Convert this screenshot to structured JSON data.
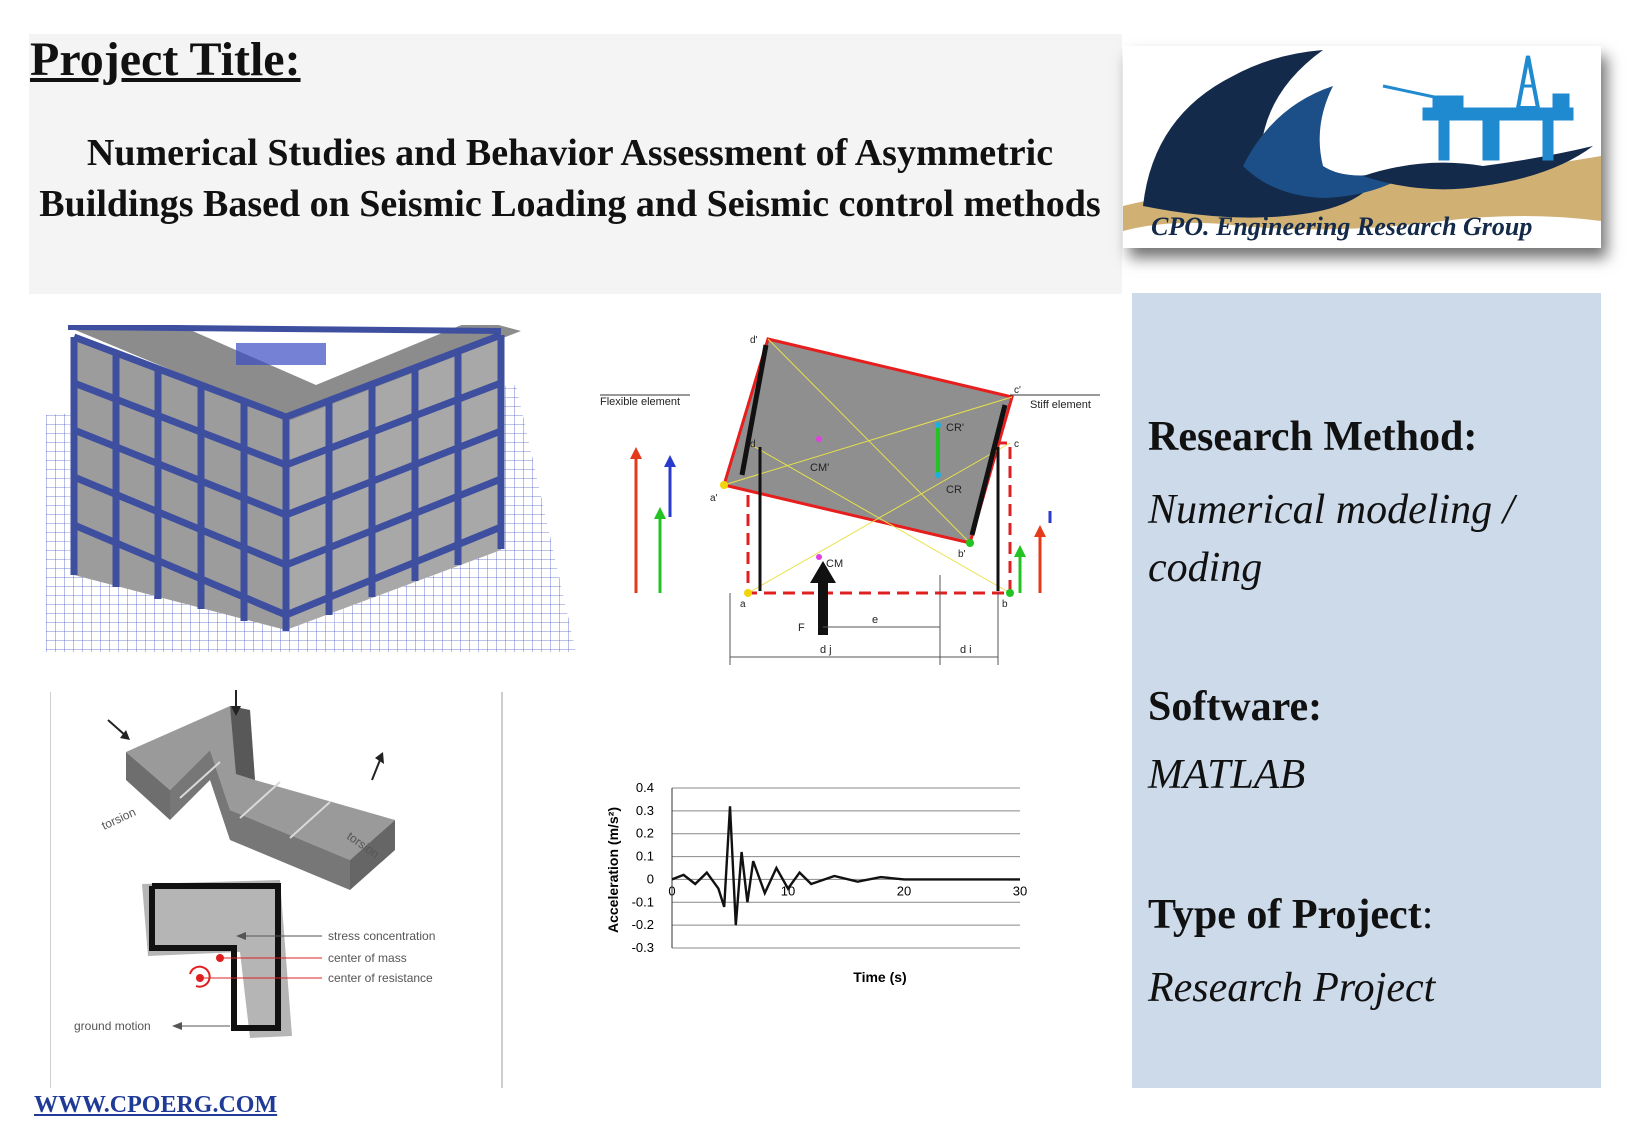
{
  "header": {
    "title_label": "Project Title:",
    "title_text": "Numerical Studies and Behavior Assessment of Asymmetric Buildings Based on Seismic Loading and Seismic control methods"
  },
  "logo": {
    "text": "CPO. Engineering Research Group"
  },
  "panel": {
    "research_method_label": "Research Method:",
    "research_method_value": "Numerical modeling / coding",
    "software_label": "Software:",
    "software_value": "MATLAB",
    "type_label": "Type of Project",
    "type_colon": ":",
    "type_value": "Research Project"
  },
  "diagram": {
    "flexible": "Flexible element",
    "stiff": "Stiff element",
    "cm_prime": "CM'",
    "cr_prime": "CR'",
    "cr": "CR",
    "cm": "CM",
    "f": "F",
    "e": "e",
    "dj": "d j",
    "di": "d i",
    "a": "a",
    "b": "b",
    "c": "c",
    "d": "d",
    "a_prime": "a'",
    "b_prime": "b'",
    "c_prime": "c'",
    "d_prime": "d'"
  },
  "torsion_figure": {
    "torsion": "torsion",
    "stress": "stress concentration",
    "mass": "center of mass",
    "resistance": "center of resistance",
    "ground": "ground motion"
  },
  "chart_data": {
    "type": "line",
    "xlabel": "Time (s)",
    "ylabel": "Acceleration (m/s²)",
    "xlim": [
      0,
      30
    ],
    "ylim": [
      -0.3,
      0.4
    ],
    "x_ticks": [
      "0",
      "10",
      "20",
      "30"
    ],
    "y_ticks": [
      "0.4",
      "0.3",
      "0.2",
      "0.1",
      "0",
      "-0.1",
      "-0.2",
      "-0.3"
    ],
    "grid": "horizontal",
    "x": [
      0,
      1,
      2,
      3,
      4,
      4.5,
      5,
      5.5,
      6,
      6.5,
      7,
      8,
      9,
      10,
      11,
      12,
      14,
      16,
      18,
      20,
      25,
      30
    ],
    "y": [
      0,
      0.02,
      -0.02,
      0.03,
      -0.04,
      -0.12,
      0.32,
      -0.2,
      0.12,
      -0.1,
      0.08,
      -0.06,
      0.05,
      -0.04,
      0.03,
      -0.02,
      0.015,
      -0.01,
      0.01,
      0,
      0,
      0
    ]
  },
  "footer": {
    "url": "WWW.CPOERG.COM"
  },
  "colors": {
    "panel": "#ccdaea",
    "title_box": "#f4f4f4",
    "footer_link": "#1f3b96",
    "frame_blue": "#3f4f9f",
    "logo_navy": "#142a4a",
    "logo_sand": "#c9a35a",
    "rig_blue": "#1f8ad0"
  }
}
